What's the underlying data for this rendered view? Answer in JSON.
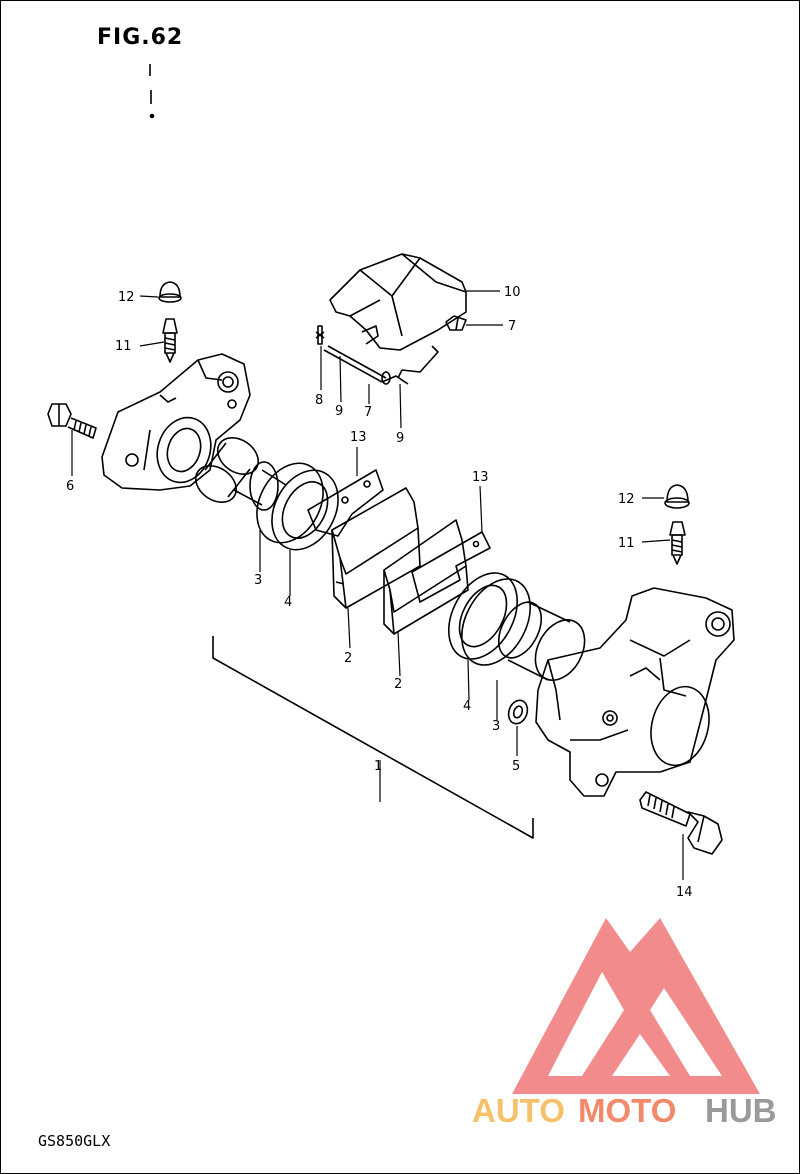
{
  "figure": {
    "title": "FIG.62",
    "model": "GS850GLX"
  },
  "callouts": {
    "c1": "1",
    "c2a": "2",
    "c2b": "2",
    "c3a": "3",
    "c3b": "3",
    "c4a": "4",
    "c4b": "4",
    "c5": "5",
    "c6": "6",
    "c7a": "7",
    "c7b": "7",
    "c8": "8",
    "c9a": "9",
    "c9b": "9",
    "c10": "10",
    "c11a": "11",
    "c11b": "11",
    "c12a": "12",
    "c12b": "12",
    "c13a": "13",
    "c13b": "13",
    "c14": "14"
  },
  "watermark": {
    "word_auto": "AUTO",
    "word_moto": "MOTO",
    "word_hub": "HUB",
    "colors": {
      "triangle": "#f07878",
      "auto": "#f5c26b",
      "moto": "#f08a6a",
      "hub": "#9a9a9a"
    }
  }
}
